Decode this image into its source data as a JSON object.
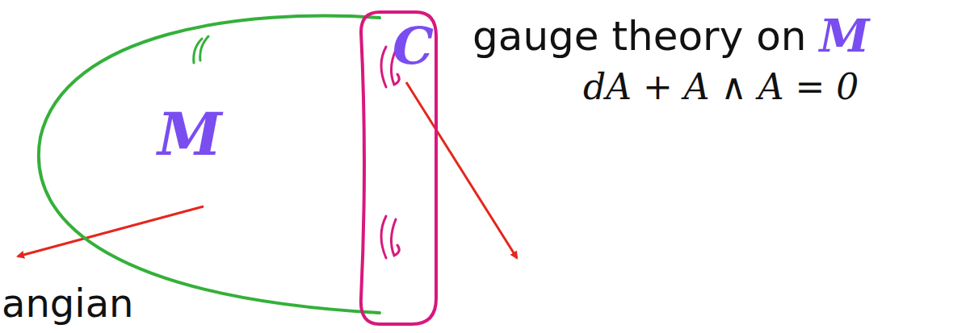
{
  "diagram": {
    "nodes": [
      {
        "text": [
          "M"
        ]
      },
      {
        "text": [
          "C"
        ]
      }
    ],
    "labels": [
      "gauge theory on",
      "M",
      "dA + A ∧ A = 0",
      "angian"
    ]
  }
}
